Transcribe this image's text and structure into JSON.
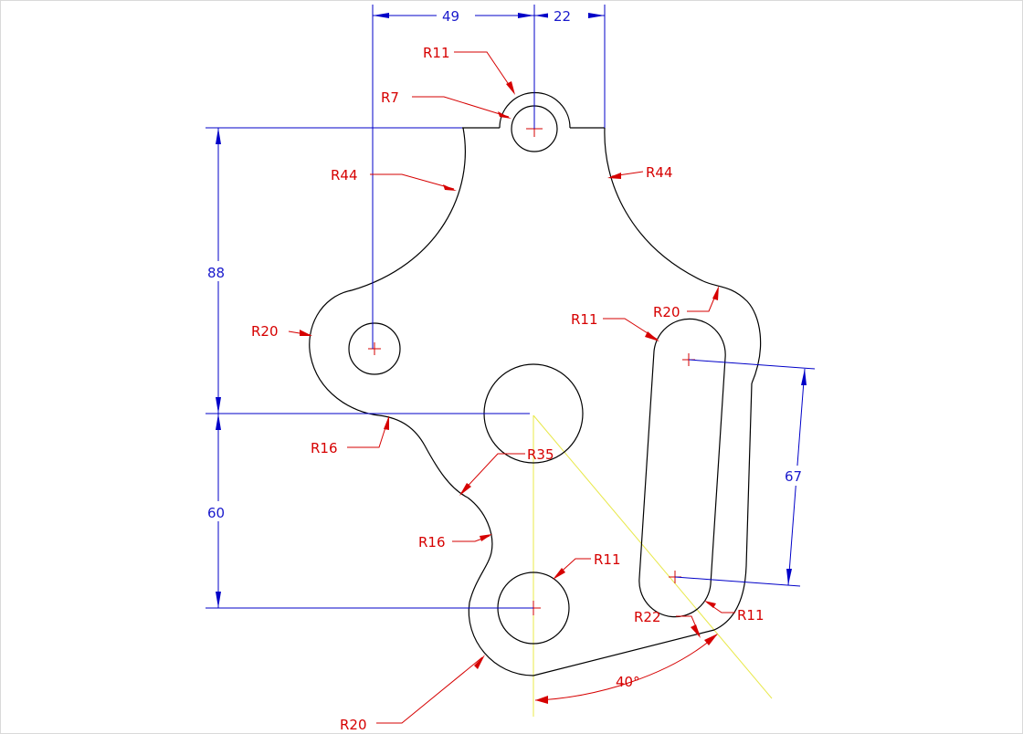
{
  "drawing": {
    "dimensions": {
      "top_left": "49",
      "top_right": "22",
      "left_upper": "88",
      "left_lower": "60",
      "slot_length": "67",
      "angle": "40°"
    },
    "radius_labels": {
      "r11_top": "R11",
      "r7_top": "R7",
      "r44_left": "R44",
      "r44_right": "R44",
      "r20_left": "R20",
      "r11_slot": "R11",
      "r20_right": "R20",
      "r16_upper": "R16",
      "r35": "R35",
      "r16_lower": "R16",
      "r11_bottom": "R11",
      "r22": "R22",
      "r11_slot_bottom": "R11",
      "r20_bottom": "R20"
    }
  }
}
